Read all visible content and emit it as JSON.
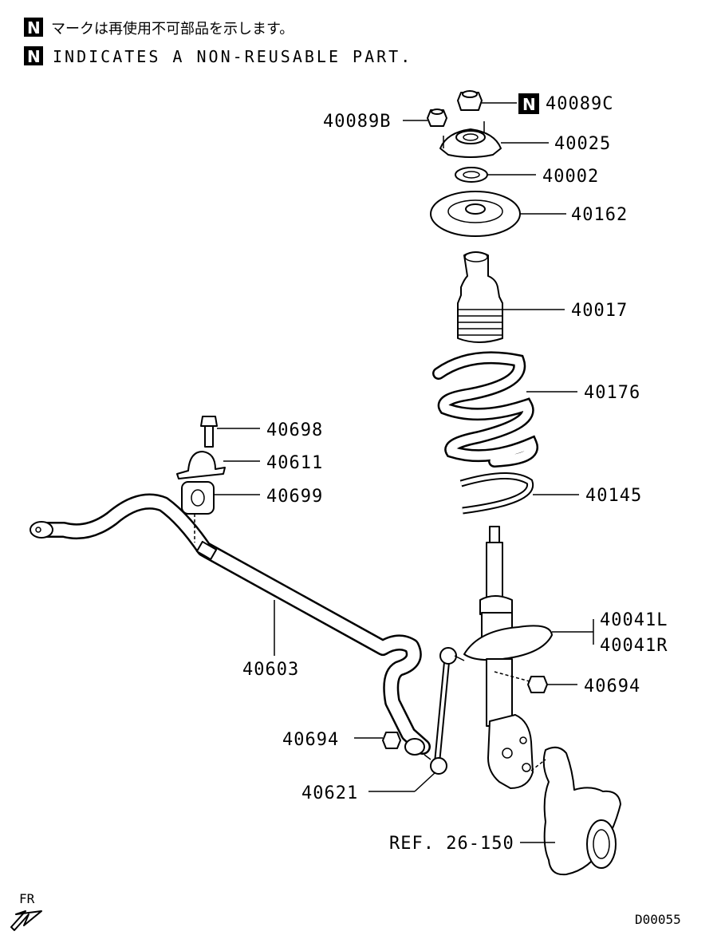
{
  "legend": {
    "badge": "N",
    "note_jp": "マークは再使用不可部品を示します。",
    "note_en": "INDICATES A NON-REUSABLE PART."
  },
  "callouts": {
    "nut_upper": "40089C",
    "nut_side": "40089B",
    "strut_mount": "40025",
    "bearing": "40002",
    "spring_seat": "40162",
    "bump_boot": "40017",
    "coil_spring": "40176",
    "spring_pad": "40145",
    "strut_left": "40041L",
    "strut_right": "40041R",
    "strut_nut": "40694",
    "bolt": "40698",
    "bracket": "40611",
    "bushing": "40699",
    "stabilizer_bar": "40603",
    "link_nut": "40694",
    "stabilizer_link": "40621",
    "knuckle_ref": "REF. 26-150"
  },
  "direction": {
    "label": "FR"
  },
  "drawing_code": "D00055"
}
